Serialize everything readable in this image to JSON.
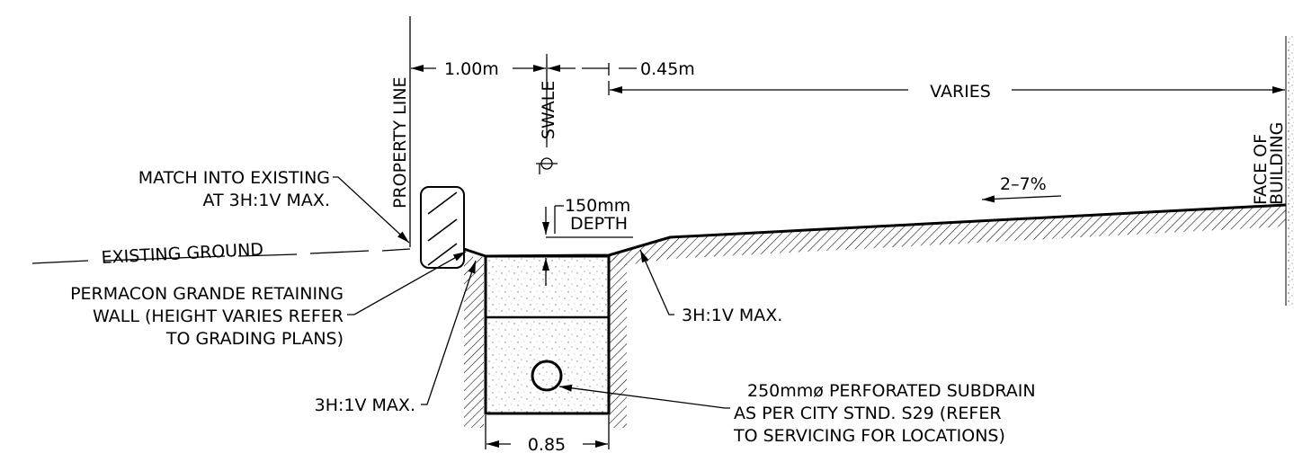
{
  "dimensions": {
    "offset_property_line": "1.00m",
    "offset_swale": "0.45m",
    "varies": "VARIES",
    "trench_width": "0.85",
    "depth_value": "150mm",
    "depth_label": "DEPTH"
  },
  "labels": {
    "property_line": "PROPERTY LINE",
    "swale_centerline": "SWALE",
    "face_of_building_line1": "FACE OF",
    "face_of_building_line2": "BUILDING",
    "existing_ground": "EXISTING GROUND",
    "slope_grade": "2–7%"
  },
  "callouts": {
    "match_existing_line1": "MATCH INTO EXISTING",
    "match_existing_line2": "AT 3H:1V MAX.",
    "retaining_wall_line1": "PERMACON GRANDE RETAINING",
    "retaining_wall_line2": "WALL (HEIGHT VARIES REFER",
    "retaining_wall_line3": "TO GRADING PLANS)",
    "slope_left": "3H:1V MAX.",
    "slope_right": "3H:1V MAX.",
    "subdrain_line1": "250mmø PERFORATED SUBDRAIN",
    "subdrain_line2": "AS PER CITY STND. S29 (REFER",
    "subdrain_line3": "TO SERVICING FOR LOCATIONS)"
  }
}
